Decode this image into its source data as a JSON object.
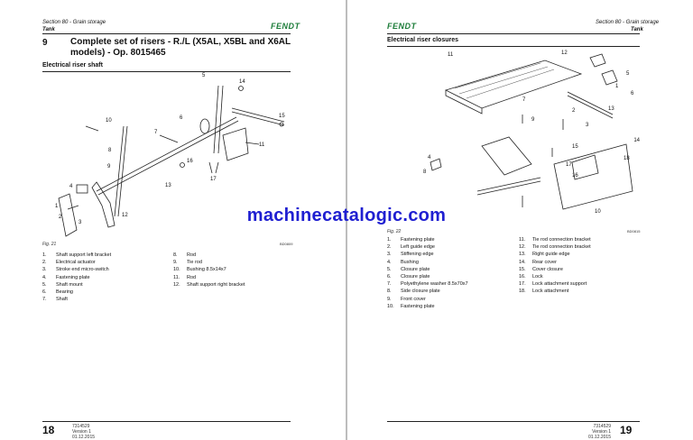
{
  "left_page": {
    "header_section": "Section 80 - Grain storage",
    "header_chapter": "Tank",
    "logo": "FENDT",
    "section_number": "9",
    "section_title": "Complete set of risers - R./L (X5AL, X5BL and X6AL models) - Op. 8015465",
    "subsection_title": "Electrical riser shaft",
    "figure_label": "Fig. 21",
    "figure_code": "BD0809",
    "diagram_labels": [
      "1",
      "2",
      "3",
      "4",
      "5",
      "6",
      "7",
      "8",
      "9",
      "10",
      "11",
      "12",
      "13",
      "14",
      "15",
      "16",
      "17"
    ],
    "legend": [
      {
        "n": "1.",
        "text": "Shaft support left bracket"
      },
      {
        "n": "2.",
        "text": "Electrical actuator"
      },
      {
        "n": "3.",
        "text": "Stroke end micro-switch"
      },
      {
        "n": "4.",
        "text": "Fastening plate"
      },
      {
        "n": "5.",
        "text": "Shaft mount"
      },
      {
        "n": "6.",
        "text": "Bearing"
      },
      {
        "n": "7.",
        "text": "Shaft"
      },
      {
        "n": "8.",
        "text": "Rod"
      },
      {
        "n": "9.",
        "text": "Tie rod"
      },
      {
        "n": "10.",
        "text": "Bushing 8.5x14x7"
      },
      {
        "n": "11.",
        "text": "Rod"
      },
      {
        "n": "12.",
        "text": "Shaft support right bracket"
      }
    ],
    "page_number": "18",
    "footer_code": "7314529",
    "footer_version": "Version 1",
    "footer_date": "01.12.2015"
  },
  "right_page": {
    "header_section": "Section 80 - Grain storage",
    "header_chapter": "Tank",
    "logo": "FENDT",
    "subsection_title": "Electrical riser closures",
    "figure_label": "Fig. 22",
    "figure_code": "BD0815",
    "diagram_labels": [
      "1",
      "2",
      "3",
      "4",
      "5",
      "6",
      "7",
      "8",
      "9",
      "10",
      "11",
      "12",
      "13",
      "14",
      "15",
      "16",
      "17",
      "18"
    ],
    "legend_col1": [
      {
        "n": "1.",
        "text": "Fastening plate"
      },
      {
        "n": "2.",
        "text": "Left guide edge"
      },
      {
        "n": "3.",
        "text": "Stiffening edge"
      },
      {
        "n": "4.",
        "text": "Bushing"
      },
      {
        "n": "5.",
        "text": "Closure plate"
      },
      {
        "n": "6.",
        "text": "Closure plate"
      },
      {
        "n": "7.",
        "text": "Polyethylene washer 8.5x70x7"
      },
      {
        "n": "8.",
        "text": "Side closure plate"
      },
      {
        "n": "9.",
        "text": "Front cover"
      },
      {
        "n": "10.",
        "text": "Fastening plate"
      }
    ],
    "legend_col2": [
      {
        "n": "11.",
        "text": "Tie rod connection bracket"
      },
      {
        "n": "12.",
        "text": "Tie rod connection bracket"
      },
      {
        "n": "13.",
        "text": "Right guide edge"
      },
      {
        "n": "14.",
        "text": "Rear cover"
      },
      {
        "n": "15.",
        "text": "Cover closure"
      },
      {
        "n": "16.",
        "text": "Lock"
      },
      {
        "n": "17.",
        "text": "Lock attachment support"
      },
      {
        "n": "18.",
        "text": "Lock attachment"
      }
    ],
    "page_number": "19",
    "footer_code": "7314529",
    "footer_version": "Version 1",
    "footer_date": "01.12.2015"
  },
  "watermark": "machinecatalogic.com"
}
